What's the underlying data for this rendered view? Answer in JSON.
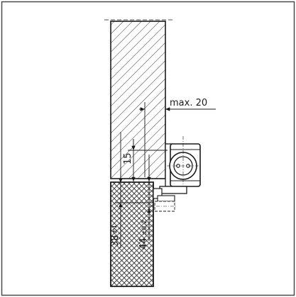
{
  "dimensions": {
    "max_offset": {
      "text": "max. 20"
    },
    "height_15": {
      "text": "15"
    },
    "height_38": {
      "value": "38",
      "tolerance": "±1"
    },
    "height_44": {
      "value": "44",
      "tolerance": "±0,2"
    }
  },
  "colors": {
    "frame": "#4a4a4a",
    "line": "#1a1a1a",
    "hatch": "#3a3a3a",
    "background": "#ffffff"
  }
}
